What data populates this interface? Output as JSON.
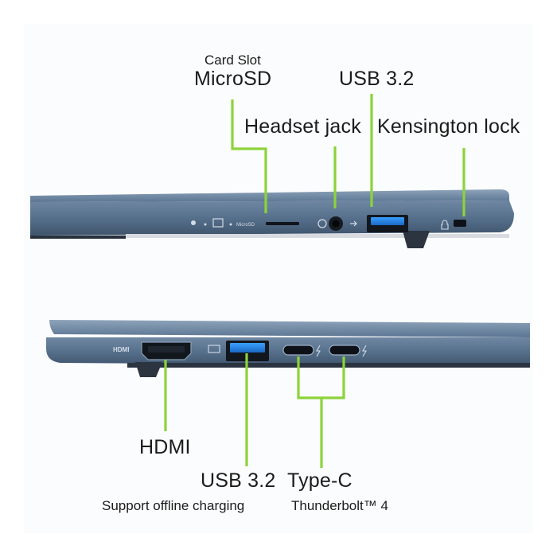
{
  "top_side": {
    "labels": {
      "card_slot_title": "Card Slot",
      "microsd": "MicroSD",
      "usb": "USB 3.2",
      "headset": "Headset jack",
      "kensington": "Kensington lock"
    },
    "device_markings": [
      "MicroSD"
    ]
  },
  "bottom_side": {
    "labels": {
      "hdmi": "HDMI",
      "usb": "USB 3.2",
      "usb_note": "Support offline charging",
      "typec": "Type-C",
      "typec_note": "Thunderbolt™ 4"
    },
    "device_markings": [
      "HDMI"
    ]
  },
  "colors": {
    "callout_line": "#8cd33a",
    "chassis": "#55708d",
    "chassis_dark": "#2e3a4a",
    "usb_blue": "#1e7fd6"
  }
}
